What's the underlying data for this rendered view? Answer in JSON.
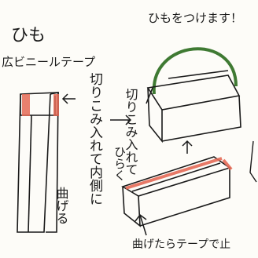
{
  "labels": {
    "top_left_himo": "ひも",
    "top_left_tape": "広ビニールテープ",
    "top_right": "ひもをつけます！",
    "col1": "切りこみ入れて内側に",
    "col2": "曲げる",
    "col3": "切りこみ入れて",
    "col4": "ひらく",
    "bottom": "曲げたらテープで止"
  },
  "colors": {
    "ink": "#1a1a1a",
    "tape": "#e46a56",
    "handle": "#3f7a33",
    "paper": "#fdfcf8"
  }
}
